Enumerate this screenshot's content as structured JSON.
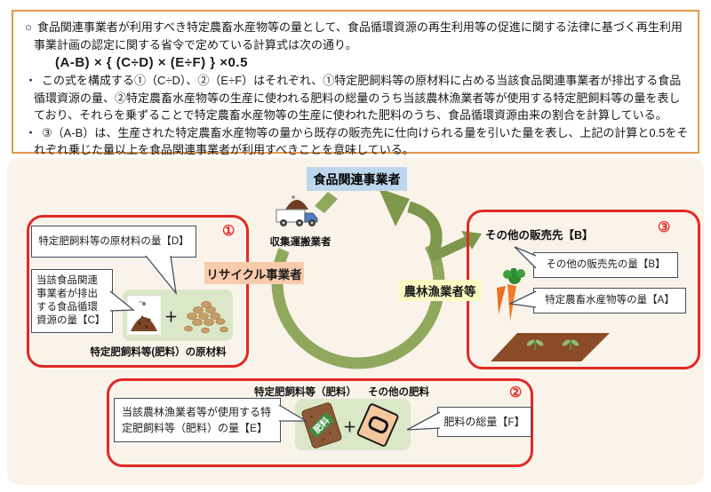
{
  "colors": {
    "explain_border_orange": "#E5984B",
    "panel_cream": "#FAF3EA",
    "red_box_border": "#E02A25",
    "ring_green": "#8FA85E",
    "arrow_green": "#7D974B",
    "food_business_blue": "#BDD7EE",
    "recycler_peach": "#F8CBAD",
    "farmer_yellow": "#FBF8C2",
    "inner_green": "#DBE8C8",
    "callout_border": "#454F5E"
  },
  "explanation": {
    "intro_marker": "○",
    "intro": "食品関連事業者が利用すべき特定農畜水産物等の量として、食品循環資源の再生利用等の促進に関する法律に基づく再生利用事業計画の認定に関する省令で定めている計算式は次の通り。",
    "formula": "(A-B) × { (C÷D) × (E÷F) } ×0.5",
    "bullet_marker": "・",
    "bullet1": "この式を構成する①（C÷D）、②（E÷F）はそれぞれ、①特定肥飼料等の原材料に占める当該食品関連事業者が排出する食品循環資源の量、②特定農畜水産物等の生産に使われる肥料の総量のうち当該農林漁業者等が使用する特定肥飼料等の量を表しており、それらを乗ずることで特定農畜水産物等の生産に使われた肥料のうち、食品循環資源由来の割合を計算している。",
    "bullet2": "③（A-B）は、生産された特定農畜水産物等の量から既存の販売先に仕向けられる量を引いた量を表し、上記の計算と0.5をそれぞれ乗じた量以上を食品関連事業者が利用すべきことを意味している。"
  },
  "diagram": {
    "food_business_label": "食品関連事業者",
    "collector_label": "収集運搬業者",
    "recycler_label": "リサイクル事業者",
    "farmer_label": "農林漁業者等",
    "box1": {
      "number": "①",
      "callout_d": "特定肥飼料等の原材料の量【D】",
      "callout_c": "当該食品関連事業者が排出する食品循環資源の量【C】",
      "caption": "特定肥飼料等(肥料）の原材料",
      "plus": "＋"
    },
    "box2": {
      "number": "②",
      "header_left": "特定肥飼料等（肥料）",
      "header_right": "その他の肥料",
      "callout_e": "当該農林漁業者等が使用する特定肥飼料等（肥料）の量【E】",
      "callout_f": "肥料の総量【F】",
      "bag_text": "肥料",
      "plus": "＋"
    },
    "box3": {
      "number": "③",
      "heading": "その他の販売先【B】",
      "callout_b": "その他の販売先の量【B】",
      "callout_a": "特定農畜水産物等の量【A】"
    }
  }
}
